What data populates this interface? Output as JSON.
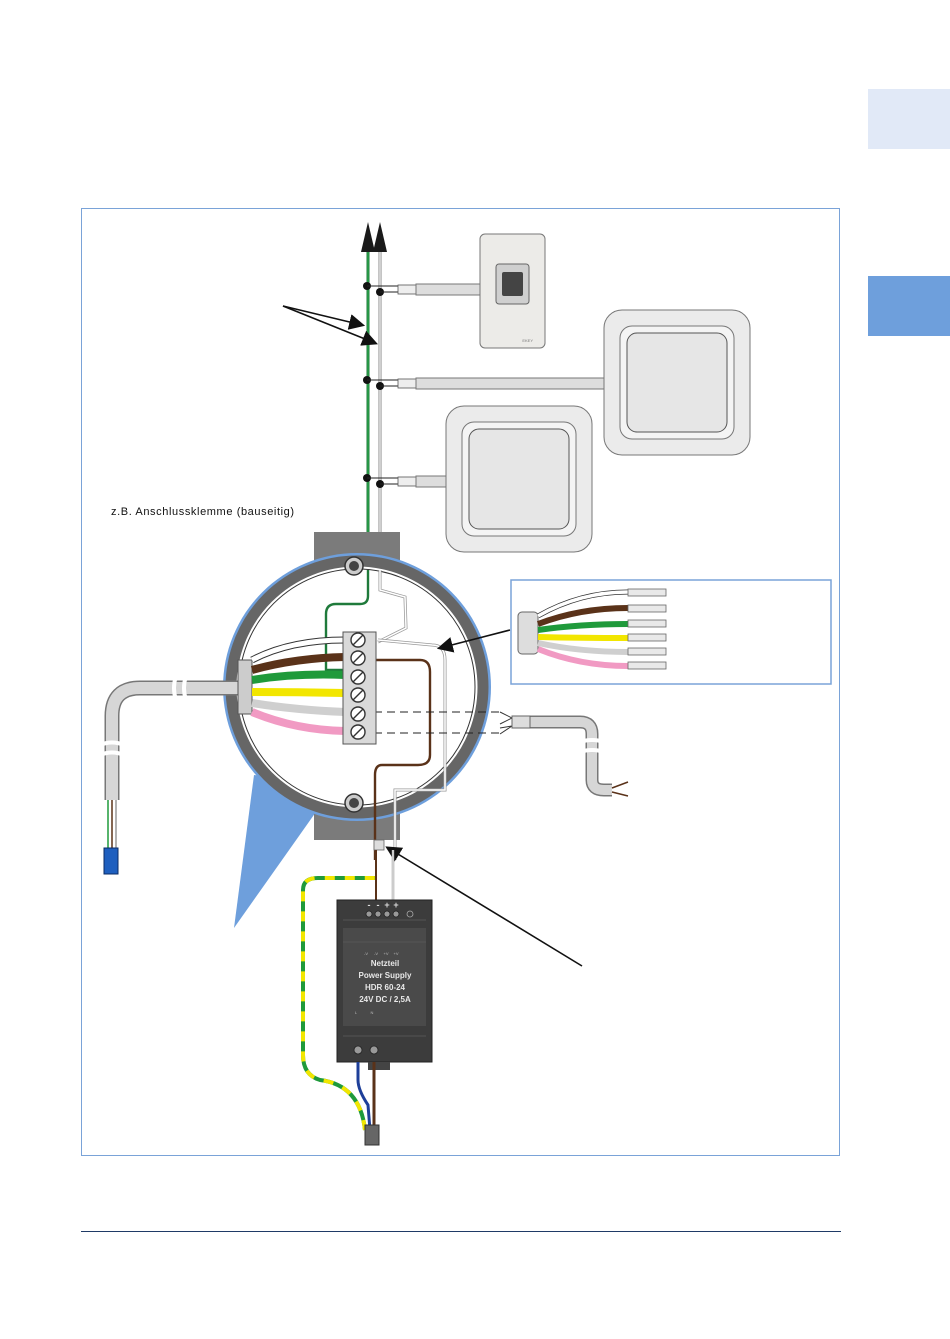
{
  "annotation": {
    "terminal_label": "z.B. Anschlussklemme (bauseitig)"
  },
  "device_label": "EKEY",
  "power_supply": {
    "lines": [
      "Netzteil",
      "Power Supply",
      "HDR 60-24",
      "24V DC / 2,5A"
    ],
    "top_terminals": [
      "-",
      "-",
      "+",
      "+"
    ],
    "small_marks": [
      "-V",
      "-V",
      "+V",
      "+V"
    ],
    "bottom_marks": [
      "L",
      "N"
    ]
  },
  "colors": {
    "accent_tab_light": "#e1e9f7",
    "accent_tab_dark": "#6e9fdc",
    "frame_border": "#7aa3d8",
    "wire_white": "#ffffff",
    "wire_brown": "#5a3219",
    "wire_green": "#1f9a3b",
    "wire_yellow": "#f2e600",
    "wire_grey": "#cfcfcf",
    "wire_pink": "#f19ac3"
  }
}
